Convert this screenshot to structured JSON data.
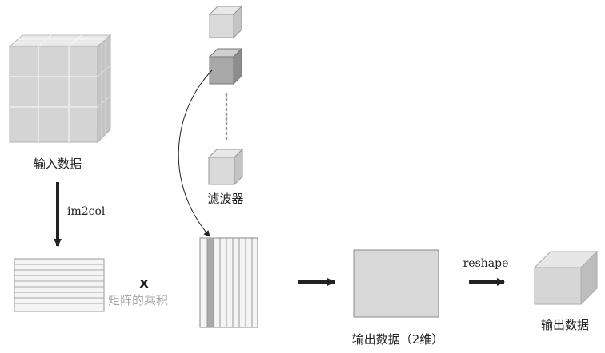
{
  "labels": {
    "input_data": "输入数据",
    "im2col": "im2col",
    "filter": "滤波器",
    "multiply": "x",
    "matrix_product": "矩阵的乘积",
    "output_2d": "输出数据（2维）",
    "reshape": "reshape",
    "output_data": "输出数据"
  },
  "colors": {
    "cube_front": "#d6d6d6",
    "cube_top": "#e6e6e6",
    "cube_side": "#bdbdbd",
    "highlight_front": "#a8a8a8",
    "highlight_top": "#cfcfcf",
    "highlight_side": "#8d8d8d",
    "arrow": "#222222",
    "highlight_column": "#a9a9a9"
  }
}
